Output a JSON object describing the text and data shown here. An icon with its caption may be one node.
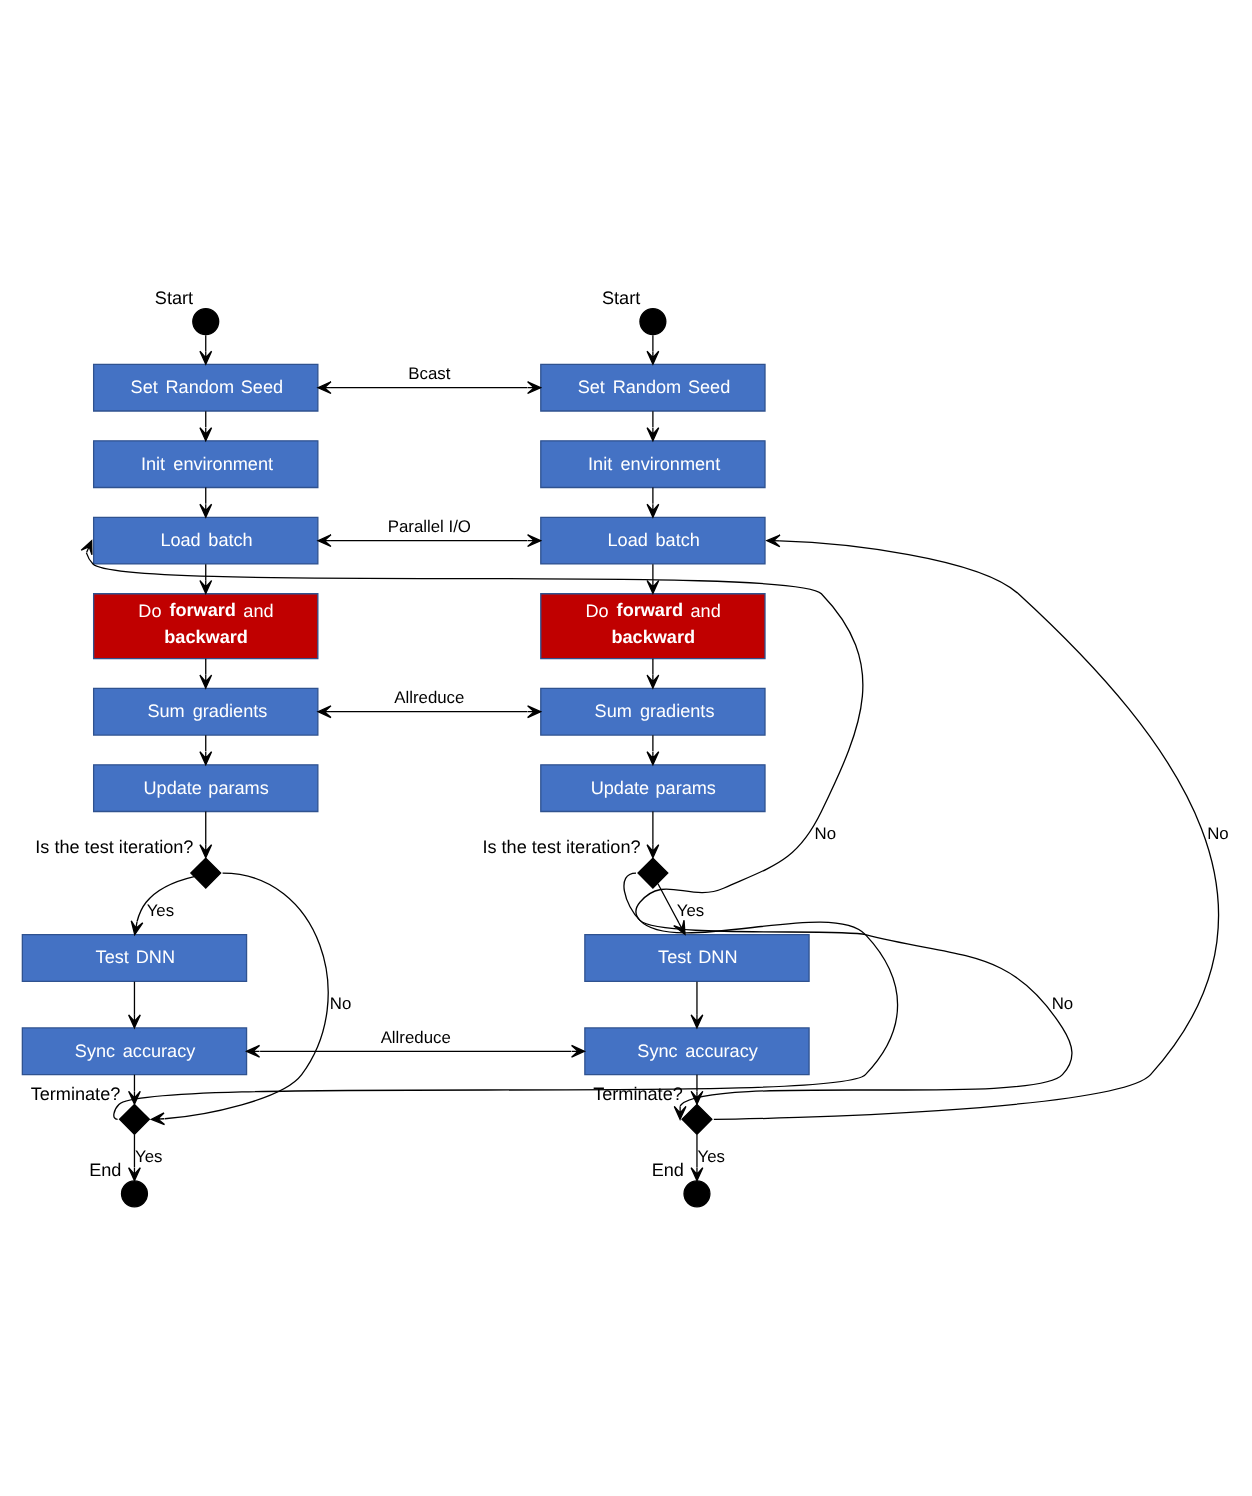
{
  "diagram": {
    "nodes": [
      {
        "text": [],
        "shape": "circle",
        "beside": [
          "Start"
        ]
      },
      {
        "text": [
          "Set Random Seed"
        ]
      },
      {
        "text": [
          "Init environment"
        ]
      },
      {
        "text": [
          "Load batch"
        ]
      },
      {
        "text": [
          "Do **forward** and **backward**"
        ]
      },
      {
        "text": [
          "Sum gradients"
        ]
      },
      {
        "text": [
          "Update params"
        ]
      },
      {
        "text": [],
        "shape": "diamond",
        "beside": [
          "Is the test iteration?"
        ]
      },
      {
        "text": [
          "Test DNN"
        ]
      },
      {
        "text": [
          "Sync accuracy"
        ]
      },
      {
        "text": [],
        "shape": "diamond",
        "beside": [
          "Terminate?"
        ]
      },
      {
        "text": [],
        "shape": "circle",
        "beside": [
          "End"
        ]
      },
      {
        "text": [],
        "shape": "circle",
        "beside": [
          "Start"
        ]
      },
      {
        "text": [
          "Set Random Seed"
        ]
      },
      {
        "text": [
          "Init environment"
        ]
      },
      {
        "text": [
          "Load batch"
        ]
      },
      {
        "text": [
          "Do **forward** and **backward**"
        ]
      },
      {
        "text": [
          "Sum gradients"
        ]
      },
      {
        "text": [
          "Update params"
        ]
      },
      {
        "text": [],
        "shape": "diamond",
        "beside": [
          "Is the test iteration?"
        ]
      },
      {
        "text": [
          "Test DNN"
        ]
      },
      {
        "text": [
          "Sync accuracy"
        ]
      },
      {
        "text": [],
        "shape": "diamond",
        "beside": [
          "Terminate?"
        ]
      },
      {
        "text": [],
        "shape": "circle",
        "beside": [
          "End"
        ]
      }
    ],
    "edges": [
      {
        "from": 0,
        "to": 1,
        "arrow": "to"
      },
      {
        "from": 1,
        "to": 2,
        "arrow": "to"
      },
      {
        "from": 2,
        "to": 3,
        "arrow": "to"
      },
      {
        "from": 3,
        "to": 4,
        "arrow": "to"
      },
      {
        "from": 4,
        "to": 5,
        "arrow": "to"
      },
      {
        "from": 5,
        "to": 6,
        "arrow": "to"
      },
      {
        "from": 6,
        "to": 7,
        "arrow": "to"
      },
      {
        "from": 7,
        "to": 8,
        "arrow": "to",
        "label": "Yes"
      },
      {
        "from": 7,
        "to": 10,
        "arrow": "to",
        "label": "No"
      },
      {
        "from": 8,
        "to": 9,
        "arrow": "to"
      },
      {
        "from": 9,
        "to": 10,
        "arrow": "to"
      },
      {
        "from": 10,
        "to": 3,
        "arrow": "to",
        "label": "No"
      },
      {
        "from": 10,
        "to": 11,
        "arrow": "to",
        "label": "Yes"
      },
      {
        "from": 12,
        "to": 13,
        "arrow": "to"
      },
      {
        "from": 13,
        "to": 14,
        "arrow": "to"
      },
      {
        "from": 14,
        "to": 15,
        "arrow": "to"
      },
      {
        "from": 15,
        "to": 16,
        "arrow": "to"
      },
      {
        "from": 16,
        "to": 17,
        "arrow": "to"
      },
      {
        "from": 17,
        "to": 18,
        "arrow": "to"
      },
      {
        "from": 18,
        "to": 19,
        "arrow": "to"
      },
      {
        "from": 19,
        "to": 20,
        "arrow": "to",
        "label": "Yes"
      },
      {
        "from": 19,
        "to": 22,
        "arrow": "to",
        "label": "No"
      },
      {
        "from": 20,
        "to": 21,
        "arrow": "to"
      },
      {
        "from": 21,
        "to": 22,
        "arrow": "to"
      },
      {
        "from": 22,
        "to": 15,
        "arrow": "to",
        "label": "No"
      },
      {
        "from": 22,
        "to": 23,
        "arrow": "to",
        "label": "Yes"
      },
      {
        "from": 1,
        "to": 13,
        "arrow": "both",
        "label": "Bcast"
      },
      {
        "from": 3,
        "to": 15,
        "arrow": "both",
        "label": "Parallel I/O"
      },
      {
        "from": 5,
        "to": 17,
        "arrow": "both",
        "label": "Allreduce"
      },
      {
        "from": 9,
        "to": 21,
        "arrow": "both",
        "label": "Allreduce"
      }
    ]
  }
}
